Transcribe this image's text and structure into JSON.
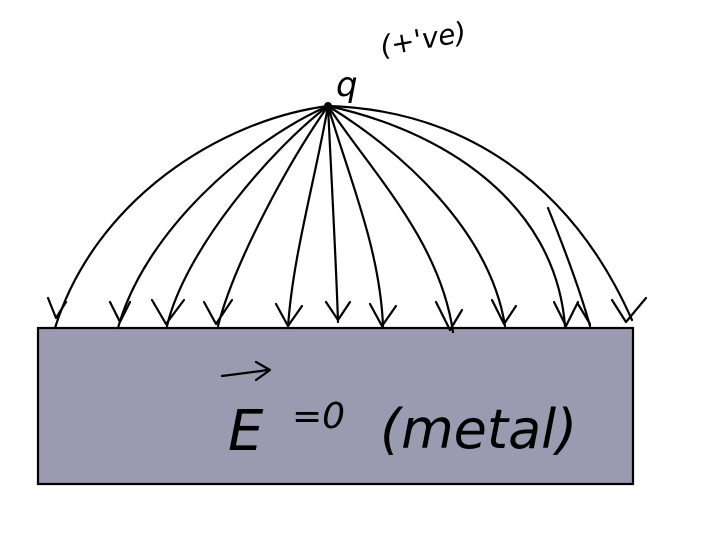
{
  "charge_label": "q",
  "charge_sign": "(+'ve)",
  "field_label": "E",
  "field_value": "=0",
  "material_label": "(metal)",
  "colors": {
    "metal_fill": "#9a9ab0",
    "ink": "#000000",
    "background": "#ffffff"
  }
}
